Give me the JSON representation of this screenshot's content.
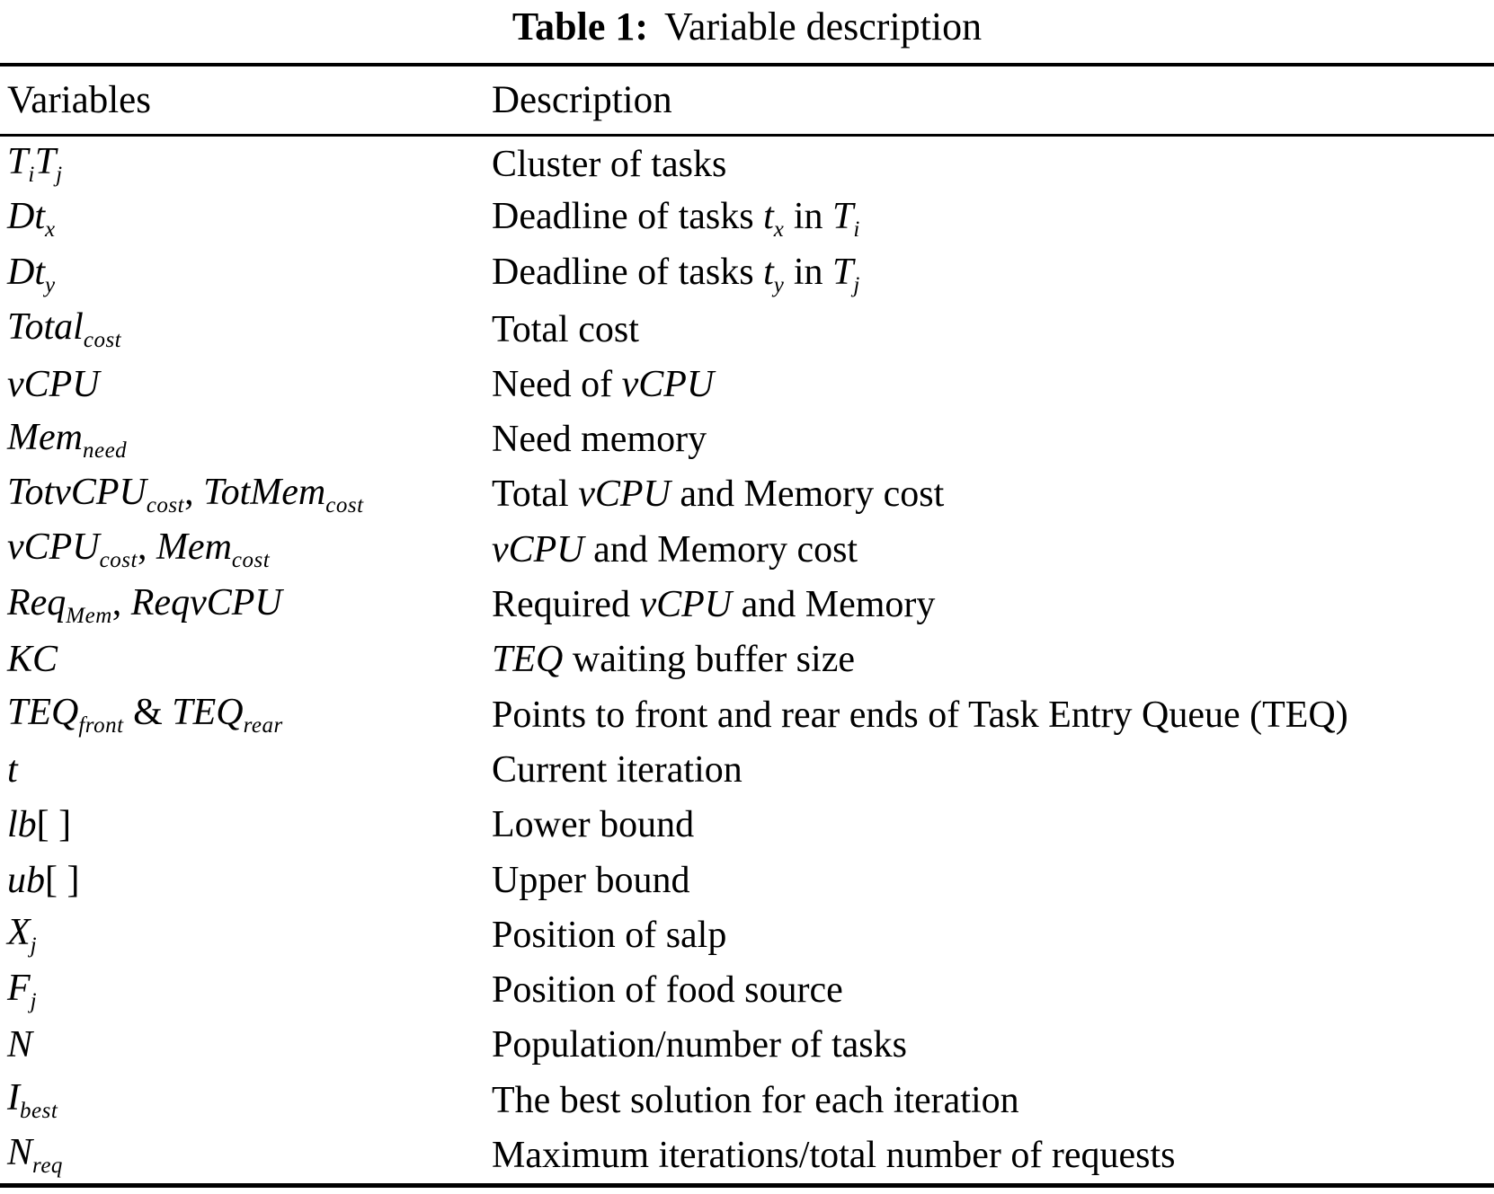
{
  "caption": {
    "label": "Table 1:",
    "text": "Variable description"
  },
  "table": {
    "headers": [
      "Variables",
      "Description"
    ],
    "rows": [
      {
        "variable": [
          {
            "t": "T",
            "i": 1
          },
          {
            "t": "i",
            "i": 1,
            "s": 1
          },
          {
            "t": "T",
            "i": 1
          },
          {
            "t": "j",
            "i": 1,
            "s": 1
          }
        ],
        "description": [
          {
            "t": "Cluster of tasks"
          }
        ]
      },
      {
        "variable": [
          {
            "t": "Dt",
            "i": 1
          },
          {
            "t": "x",
            "i": 1,
            "s": 1
          }
        ],
        "description": [
          {
            "t": "Deadline of tasks "
          },
          {
            "t": "t",
            "i": 1
          },
          {
            "t": "x",
            "i": 1,
            "s": 1
          },
          {
            "t": " in "
          },
          {
            "t": "T",
            "i": 1
          },
          {
            "t": "i",
            "i": 1,
            "s": 1
          }
        ]
      },
      {
        "variable": [
          {
            "t": "Dt",
            "i": 1
          },
          {
            "t": "y",
            "i": 1,
            "s": 1
          }
        ],
        "description": [
          {
            "t": "Deadline of tasks "
          },
          {
            "t": "t",
            "i": 1
          },
          {
            "t": "y",
            "i": 1,
            "s": 1
          },
          {
            "t": " in "
          },
          {
            "t": "T",
            "i": 1
          },
          {
            "t": "j",
            "i": 1,
            "s": 1
          }
        ]
      },
      {
        "variable": [
          {
            "t": "Total",
            "i": 1
          },
          {
            "t": "cost",
            "i": 1,
            "s": 1
          }
        ],
        "description": [
          {
            "t": "Total cost"
          }
        ]
      },
      {
        "variable": [
          {
            "t": "vCPU",
            "i": 1
          }
        ],
        "description": [
          {
            "t": "Need of "
          },
          {
            "t": "vCPU",
            "i": 1
          }
        ]
      },
      {
        "variable": [
          {
            "t": "Mem",
            "i": 1
          },
          {
            "t": "need",
            "i": 1,
            "s": 1
          }
        ],
        "description": [
          {
            "t": "Need memory"
          }
        ]
      },
      {
        "variable": [
          {
            "t": "TotvCPU",
            "i": 1
          },
          {
            "t": "cost",
            "i": 1,
            "s": 1
          },
          {
            "t": ", "
          },
          {
            "t": "TotMem",
            "i": 1
          },
          {
            "t": "cost",
            "i": 1,
            "s": 1
          }
        ],
        "description": [
          {
            "t": "Total "
          },
          {
            "t": "vCPU",
            "i": 1
          },
          {
            "t": " and Memory cost"
          }
        ]
      },
      {
        "variable": [
          {
            "t": "vCPU",
            "i": 1
          },
          {
            "t": "cost",
            "i": 1,
            "s": 1
          },
          {
            "t": ", "
          },
          {
            "t": "Mem",
            "i": 1
          },
          {
            "t": "cost",
            "i": 1,
            "s": 1
          }
        ],
        "description": [
          {
            "t": "vCPU",
            "i": 1
          },
          {
            "t": " and Memory cost"
          }
        ]
      },
      {
        "variable": [
          {
            "t": "Req",
            "i": 1
          },
          {
            "t": "Mem",
            "i": 1,
            "s": 1
          },
          {
            "t": ", "
          },
          {
            "t": "ReqvCPU",
            "i": 1
          }
        ],
        "description": [
          {
            "t": "Required "
          },
          {
            "t": "vCPU",
            "i": 1
          },
          {
            "t": " and Memory"
          }
        ]
      },
      {
        "variable": [
          {
            "t": "KC",
            "i": 1
          }
        ],
        "description": [
          {
            "t": "TEQ",
            "i": 1
          },
          {
            "t": " waiting buffer size"
          }
        ]
      },
      {
        "variable": [
          {
            "t": "TEQ",
            "i": 1
          },
          {
            "t": "front",
            "i": 1,
            "s": 1
          },
          {
            "t": " & "
          },
          {
            "t": "TEQ",
            "i": 1
          },
          {
            "t": "rear",
            "i": 1,
            "s": 1
          }
        ],
        "description": [
          {
            "t": "Points to front and rear ends of Task Entry Queue (TEQ)"
          }
        ]
      },
      {
        "variable": [
          {
            "t": "t",
            "i": 1
          }
        ],
        "description": [
          {
            "t": "Current iteration"
          }
        ]
      },
      {
        "variable": [
          {
            "t": "lb",
            "i": 1
          },
          {
            "t": "[ ]"
          }
        ],
        "description": [
          {
            "t": "Lower bound"
          }
        ]
      },
      {
        "variable": [
          {
            "t": "ub",
            "i": 1
          },
          {
            "t": "[ ]"
          }
        ],
        "description": [
          {
            "t": "Upper bound"
          }
        ]
      },
      {
        "variable": [
          {
            "t": "X",
            "i": 1
          },
          {
            "t": "j",
            "i": 1,
            "s": 1
          }
        ],
        "description": [
          {
            "t": "Position of salp"
          }
        ]
      },
      {
        "variable": [
          {
            "t": "F",
            "i": 1
          },
          {
            "t": "j",
            "i": 1,
            "s": 1
          }
        ],
        "description": [
          {
            "t": "Position of food source"
          }
        ]
      },
      {
        "variable": [
          {
            "t": "N",
            "i": 1
          }
        ],
        "description": [
          {
            "t": "Population/number of tasks"
          }
        ]
      },
      {
        "variable": [
          {
            "t": "I",
            "i": 1
          },
          {
            "t": "best",
            "i": 1,
            "s": 1
          }
        ],
        "description": [
          {
            "t": "The best solution for each iteration"
          }
        ]
      },
      {
        "variable": [
          {
            "t": "N",
            "i": 1
          },
          {
            "t": "req",
            "i": 1,
            "s": 1
          }
        ],
        "description": [
          {
            "t": "Maximum iterations/total number of requests"
          }
        ]
      }
    ]
  }
}
